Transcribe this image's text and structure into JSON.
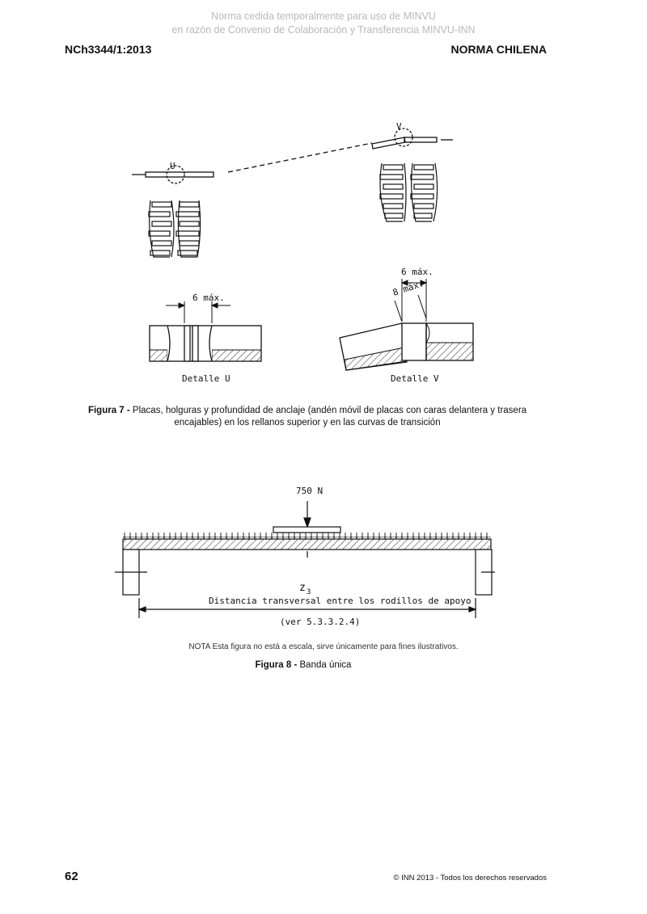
{
  "watermark": {
    "line1": "Norma cedida temporalmente para uso de MINVU",
    "line2": "en razón de Convenio de Colaboración y Transferencia MINVU-INN"
  },
  "header": {
    "standard": "NCh3344/1:2013",
    "title": "NORMA CHILENA"
  },
  "figure7": {
    "label_u": "U",
    "label_v": "V",
    "dim_u": "6 máx.",
    "dim_v1": "6 máx.",
    "dim_v2": "8 máx.",
    "detail_u": "Detalle U",
    "detail_v": "Detalle V",
    "caption_label": "Figura 7 -",
    "caption_text": "Placas, holguras y profundidad de anclaje (andén móvil de placas con caras delantera y trasera encajables) en los rellanos superior y en las curvas de transición"
  },
  "figure8": {
    "load": "750 N",
    "z_label": "z",
    "z_sub": "3",
    "distance": "Distancia transversal entre los rodillos de apoyo",
    "reference": "(ver 5.3.3.2.4)",
    "note": "NOTA  Esta figura no está a escala, sirve únicamente para fines ilustrativos.",
    "caption_label": "Figura 8 -",
    "caption_text": "Banda única"
  },
  "footer": {
    "page": "62",
    "copyright": "© INN 2013 - Todos los derechos reservados"
  }
}
